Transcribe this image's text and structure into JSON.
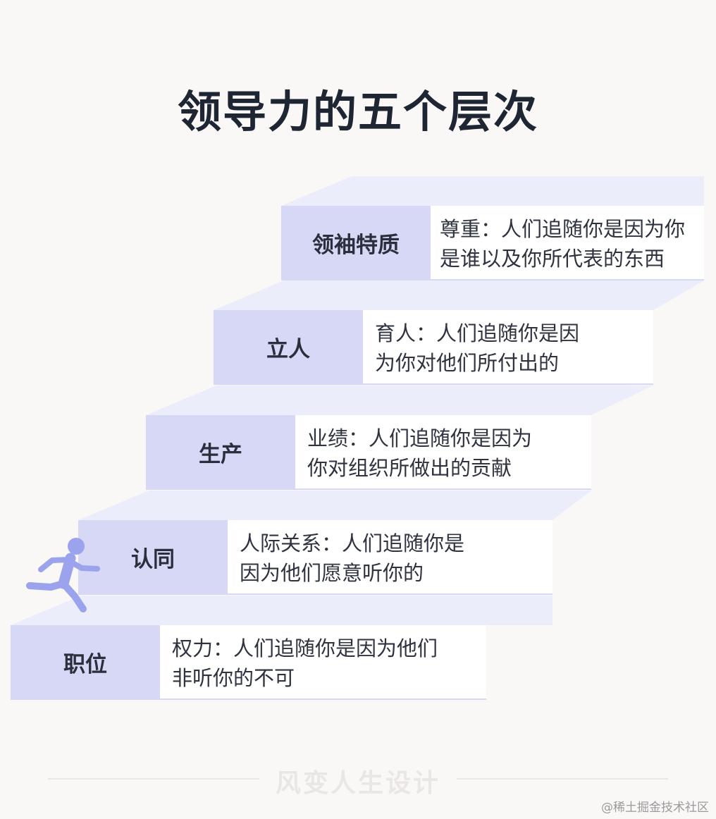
{
  "title": "领导力的五个层次",
  "levels": [
    {
      "label": "领袖特质",
      "desc_line1": "尊重：人们追随你是因为你",
      "desc_line2": "是谁以及你所代表的东西"
    },
    {
      "label": "立人",
      "desc_line1": "育人：人们追随你是因",
      "desc_line2": "为你对他们所付出的"
    },
    {
      "label": "生产",
      "desc_line1": "业绩：人们追随你是因为",
      "desc_line2": "你对组织所做出的贡献"
    },
    {
      "label": "认同",
      "desc_line1": "人际关系：人们追随你是",
      "desc_line2": "因为他们愿意听你的"
    },
    {
      "label": "职位",
      "desc_line1": "权力：人们追随你是因为他们",
      "desc_line2": "非听你的不可"
    }
  ],
  "footer": "风变人生设计",
  "watermark": "@稀土掘金技术社区",
  "icon": "running-person-icon",
  "colors": {
    "label_bg": "#d6d8f5",
    "tread": "#ecedfb",
    "desc_bg": "#ffffff",
    "runner": "#9aa3ec"
  }
}
